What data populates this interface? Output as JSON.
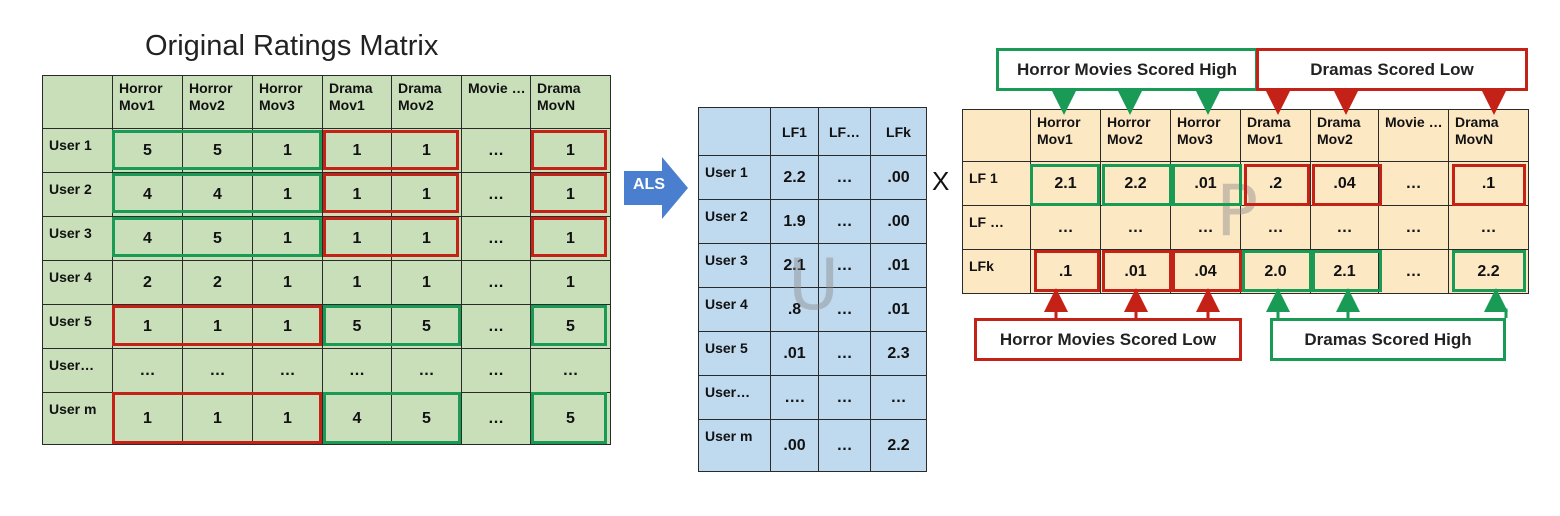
{
  "title": "Original Ratings Matrix",
  "ratings": {
    "headers": [
      "",
      "Horror Mov1",
      "Horror Mov2",
      "Horror Mov3",
      "Drama Mov1",
      "Drama Mov2",
      "Movie …",
      "Drama MovN"
    ],
    "rows": [
      {
        "label": "User 1",
        "values": [
          "5",
          "5",
          "1",
          "1",
          "1",
          "…",
          "1"
        ]
      },
      {
        "label": "User 2",
        "values": [
          "4",
          "4",
          "1",
          "1",
          "1",
          "…",
          "1"
        ]
      },
      {
        "label": "User 3",
        "values": [
          "4",
          "5",
          "1",
          "1",
          "1",
          "…",
          "1"
        ]
      },
      {
        "label": "User 4",
        "values": [
          "2",
          "2",
          "1",
          "1",
          "1",
          "…",
          "1"
        ]
      },
      {
        "label": "User 5",
        "values": [
          "1",
          "1",
          "1",
          "5",
          "5",
          "…",
          "5"
        ]
      },
      {
        "label": "User…",
        "values": [
          "…",
          "…",
          "…",
          "…",
          "…",
          "…",
          "…"
        ]
      },
      {
        "label": "User m",
        "values": [
          "1",
          "1",
          "1",
          "4",
          "5",
          "…",
          "5"
        ]
      }
    ]
  },
  "als_label": "ALS",
  "u_matrix": {
    "headers": [
      "",
      "LF1",
      "LF…",
      "LFk"
    ],
    "rows": [
      {
        "label": "User 1",
        "values": [
          "2.2",
          "…",
          ".00"
        ]
      },
      {
        "label": "User 2",
        "values": [
          "1.9",
          "…",
          ".00"
        ]
      },
      {
        "label": "User 3",
        "values": [
          "2.1",
          "…",
          ".01"
        ]
      },
      {
        "label": "User 4",
        "values": [
          ".8",
          "…",
          ".01"
        ]
      },
      {
        "label": "User 5",
        "values": [
          ".01",
          "…",
          "2.3"
        ]
      },
      {
        "label": "User…",
        "values": [
          "….",
          "…",
          "…"
        ]
      },
      {
        "label": "User m",
        "values": [
          ".00",
          "…",
          "2.2"
        ]
      }
    ],
    "watermark": "U"
  },
  "multiply_sign": "X",
  "p_matrix": {
    "headers": [
      "",
      "Horror Mov1",
      "Horror Mov2",
      "Horror Mov3",
      "Drama Mov1",
      "Drama Mov2",
      "Movie …",
      "Drama MovN"
    ],
    "rows": [
      {
        "label": "LF 1",
        "values": [
          "2.1",
          "2.2",
          ".01",
          ".2",
          ".04",
          "…",
          ".1"
        ]
      },
      {
        "label": "LF …",
        "values": [
          "…",
          "…",
          "…",
          "…",
          "…",
          "…",
          "…"
        ]
      },
      {
        "label": "LFk",
        "values": [
          ".1",
          ".01",
          ".04",
          "2.0",
          "2.1",
          "…",
          "2.2"
        ]
      }
    ],
    "watermark": "P"
  },
  "callouts": {
    "horror_high": "Horror Movies Scored High",
    "dramas_low": "Dramas Scored Low",
    "horror_low": "Horror Movies Scored Low",
    "dramas_high": "Dramas Scored High"
  },
  "colors": {
    "green": "#1a9b55",
    "red": "#c42117",
    "ratings_bg": "#c9dfba",
    "u_bg": "#bfd9ef",
    "p_bg": "#fde8c4",
    "arrow": "#4a7fd0"
  }
}
